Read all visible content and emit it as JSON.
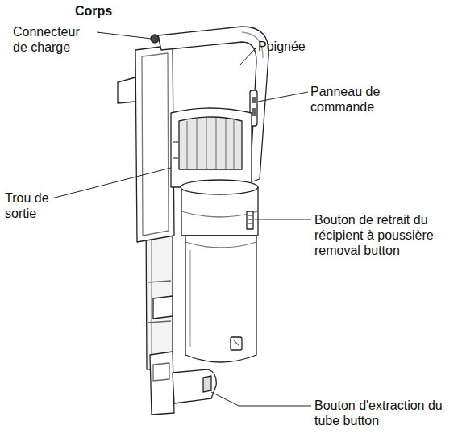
{
  "diagram": {
    "title": "Corps",
    "labels": [
      "Connecteur de charge",
      "Poignée",
      "Panneau de commande",
      "Trou de sortie",
      "Bouton de retrait du récipient à poussière removal button",
      "Bouton d'extraction du tube button"
    ]
  }
}
